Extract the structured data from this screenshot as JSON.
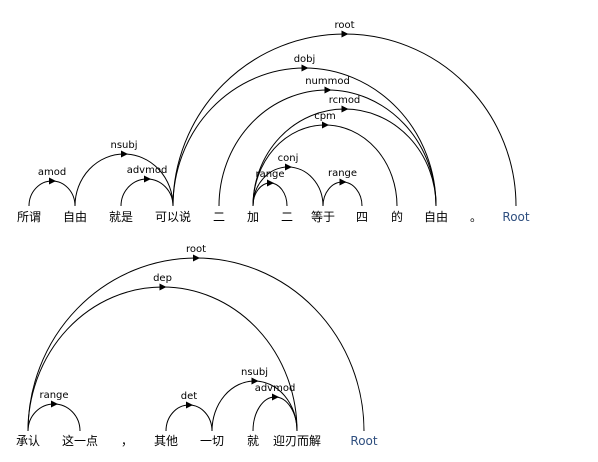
{
  "colors": {
    "arc": "#000000",
    "word": "#000000",
    "root_word": "#2f4f7f",
    "background": "#ffffff"
  },
  "sentences": [
    {
      "tokens": [
        "所谓",
        "自由",
        "就是",
        "可以说",
        "二",
        "加",
        "二",
        "等于",
        "四",
        "的",
        "自由",
        "。",
        "Root"
      ],
      "arcs": [
        {
          "label": "amod",
          "from": 0,
          "to": 1
        },
        {
          "label": "nsubj",
          "from": 1,
          "to": 3
        },
        {
          "label": "advmod",
          "from": 2,
          "to": 3
        },
        {
          "label": "root",
          "from": 3,
          "to": 12
        },
        {
          "label": "dobj",
          "from": 3,
          "to": 10
        },
        {
          "label": "nummod",
          "from": 4,
          "to": 10
        },
        {
          "label": "rcmod",
          "from": 5,
          "to": 10
        },
        {
          "label": "cpm",
          "from": 5,
          "to": 9
        },
        {
          "label": "conj",
          "from": 5,
          "to": 7
        },
        {
          "label": "range",
          "from": 5,
          "to": 6
        },
        {
          "label": "range",
          "from": 7,
          "to": 8
        }
      ]
    },
    {
      "tokens": [
        "承认",
        "这一点",
        "，",
        "其他",
        "一切",
        "就",
        "迎刃而解",
        "Root"
      ],
      "arcs": [
        {
          "label": "root",
          "from": 0,
          "to": 7
        },
        {
          "label": "dep",
          "from": 0,
          "to": 6
        },
        {
          "label": "range",
          "from": 0,
          "to": 1
        },
        {
          "label": "det",
          "from": 3,
          "to": 4
        },
        {
          "label": "nsubj",
          "from": 4,
          "to": 6
        },
        {
          "label": "advmod",
          "from": 5,
          "to": 6
        }
      ]
    }
  ]
}
